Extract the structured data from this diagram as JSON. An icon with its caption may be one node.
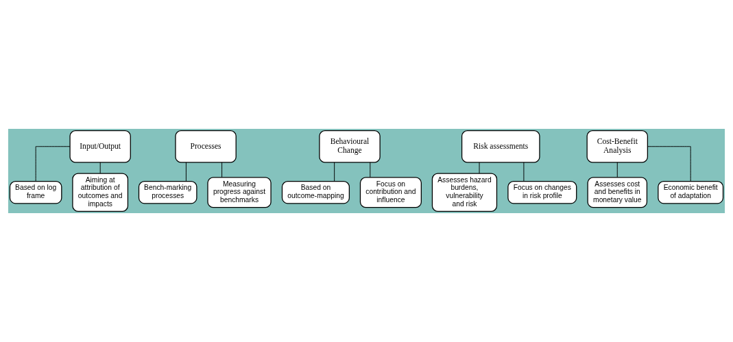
{
  "diagram": {
    "nodes": [
      {
        "text": [
          "Input/Output"
        ]
      },
      {
        "text": [
          "Based on log frame"
        ]
      },
      {
        "text": [
          "Aiming at attribution of outcomes and impacts"
        ]
      },
      {
        "text": [
          "Processes"
        ]
      },
      {
        "text": [
          "Bench-marking processes"
        ]
      },
      {
        "text": [
          "Measuring progress against benchmarks"
        ]
      },
      {
        "text": [
          "Behavioural Change"
        ]
      },
      {
        "text": [
          "Based on outcome-mapping"
        ]
      },
      {
        "text": [
          "Focus on contribution and influence"
        ]
      },
      {
        "text": [
          "Risk assessments"
        ]
      },
      {
        "text": [
          "Assesses hazard burdens, vulnerability and risk"
        ]
      },
      {
        "text": [
          "Focus on changes in risk profile"
        ]
      },
      {
        "text": [
          "Cost-Benefit Analysis"
        ]
      },
      {
        "text": [
          "Assesses cost and benefits in monetary value"
        ]
      },
      {
        "text": [
          "Economic benefit of adaptation"
        ]
      }
    ],
    "edges": [
      {
        "from": 0,
        "to": 1,
        "arrow": "none"
      },
      {
        "from": 0,
        "to": 2,
        "arrow": "none"
      },
      {
        "from": 3,
        "to": 4,
        "arrow": "none"
      },
      {
        "from": 3,
        "to": 5,
        "arrow": "none"
      },
      {
        "from": 6,
        "to": 7,
        "arrow": "none"
      },
      {
        "from": 6,
        "to": 8,
        "arrow": "none"
      },
      {
        "from": 9,
        "to": 10,
        "arrow": "none"
      },
      {
        "from": 9,
        "to": 11,
        "arrow": "none"
      },
      {
        "from": 12,
        "to": 13,
        "arrow": "none"
      },
      {
        "from": 12,
        "to": 14,
        "arrow": "none"
      }
    ]
  }
}
